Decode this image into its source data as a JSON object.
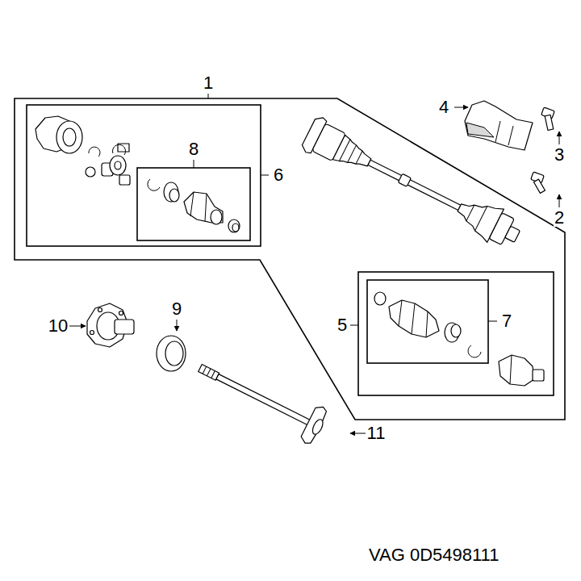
{
  "diagram": {
    "labels": [
      "1",
      "4",
      "3",
      "8",
      "6",
      "2",
      "5",
      "7",
      "9",
      "10",
      "11",
      "VAG 0D5498111"
    ]
  }
}
